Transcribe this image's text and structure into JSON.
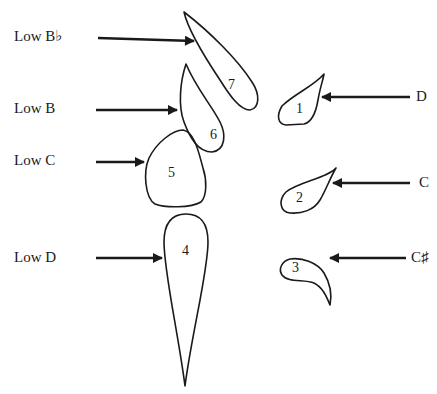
{
  "diagram": {
    "nodes": [
      {
        "text": [
          "1"
        ]
      },
      {
        "text": [
          "2"
        ]
      },
      {
        "text": [
          "3"
        ]
      },
      {
        "text": [
          "4"
        ]
      },
      {
        "text": [
          "5"
        ]
      },
      {
        "text": [
          "6"
        ]
      },
      {
        "text": [
          "7"
        ]
      }
    ],
    "labels": [
      "Low B♭",
      "Low B",
      "Low C",
      "Low D",
      "D",
      "C",
      "C♯"
    ]
  }
}
